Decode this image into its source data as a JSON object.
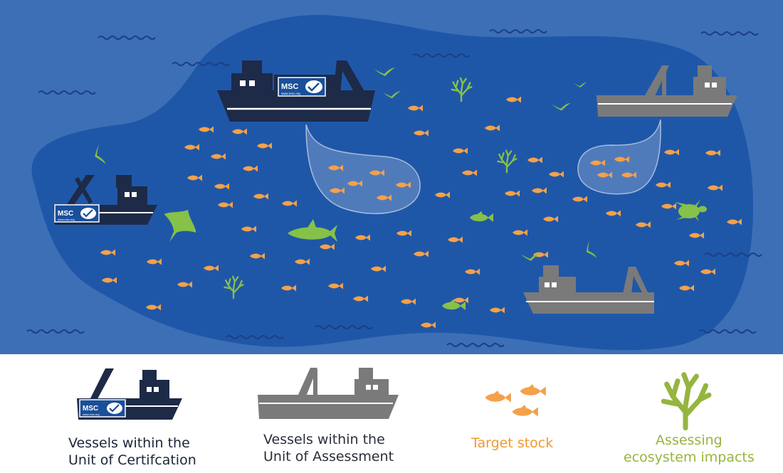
{
  "scene": {
    "ocean_color": "#3c6fb6",
    "zone_color": "#1f57a8",
    "certified_vessel_color": "#1d2a48",
    "assessment_vessel_color": "#7a7a7a",
    "target_fish_color": "#f4a14a",
    "ecosystem_color": "#86c14a",
    "certified_badge_text": "MSC",
    "certified_badge_url": "www.msc.org"
  },
  "legend": {
    "certified": {
      "icon": "certified-vessel-icon",
      "line1": "Vessels within the",
      "line2": "Unit of Certifcation",
      "color": "#1c2438"
    },
    "assessment": {
      "icon": "assessment-vessel-icon",
      "line1": "Vessels within the",
      "line2": "Unit of Assessment",
      "color": "#2a2f3a"
    },
    "target": {
      "icon": "target-fish-icon",
      "line1": "Target stock",
      "color": "#f0992e"
    },
    "ecosystem": {
      "icon": "coral-icon",
      "line1": "Assessing",
      "line2": "ecosystem impacts",
      "color": "#95b53f"
    }
  }
}
